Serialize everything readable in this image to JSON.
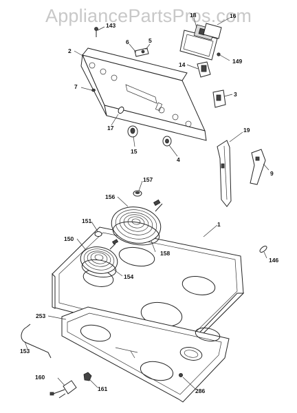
{
  "watermark": "AppliancePartsPros.com",
  "labels": {
    "l143": "143",
    "l18": "18",
    "l16": "16",
    "l2": "2",
    "l6": "6",
    "l5": "5",
    "l149": "149",
    "l14": "14",
    "l7": "7",
    "l3": "3",
    "l17": "17",
    "l15": "15",
    "l4": "4",
    "l19": "19",
    "l9": "9",
    "l157": "157",
    "l156": "156",
    "l1": "1",
    "l151": "151",
    "l150": "150",
    "l158": "158",
    "l154": "154",
    "l146": "146",
    "l253": "253",
    "l153": "153",
    "l160": "160",
    "l161": "161",
    "l286": "286"
  }
}
